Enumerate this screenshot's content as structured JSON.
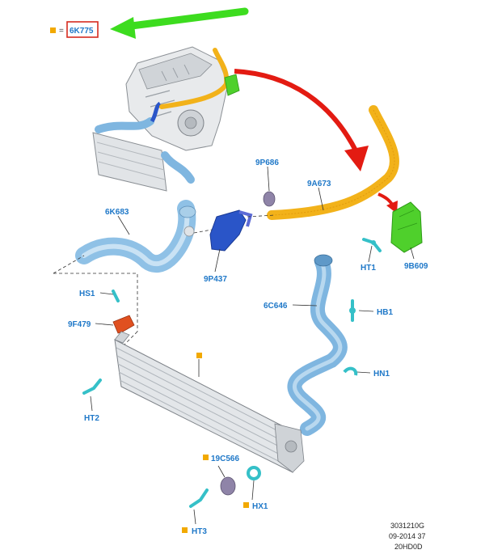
{
  "legend": {
    "equals": "=",
    "part_number": "6K775",
    "marker_color": "#f2a900"
  },
  "colors": {
    "label_blue": "#1f78c8",
    "highlight_red": "#d62b1f",
    "arrow_green": "#3ddc1f",
    "arrow_red": "#e31b12",
    "hose_yellow": "#f2b21a",
    "hose_blue": "#7fb6e0",
    "bracket_green": "#4fd02c",
    "clip_teal": "#35c0c8"
  },
  "parts": {
    "p6K683": "6K683",
    "p9P686": "9P686",
    "p9A673": "9A673",
    "p9P437": "9P437",
    "pHT1": "HT1",
    "p9B609": "9B609",
    "pHS1": "HS1",
    "p9F479": "9F479",
    "p6C646": "6C646",
    "pHB1": "HB1",
    "pHN1": "HN1",
    "pHT2": "HT2",
    "p19C566": "19C566",
    "pHX1": "HX1",
    "pHT3": "HT3"
  },
  "footer": {
    "line1": "3031210G",
    "line2": "09-2014 37",
    "line3": "20HD0D"
  }
}
